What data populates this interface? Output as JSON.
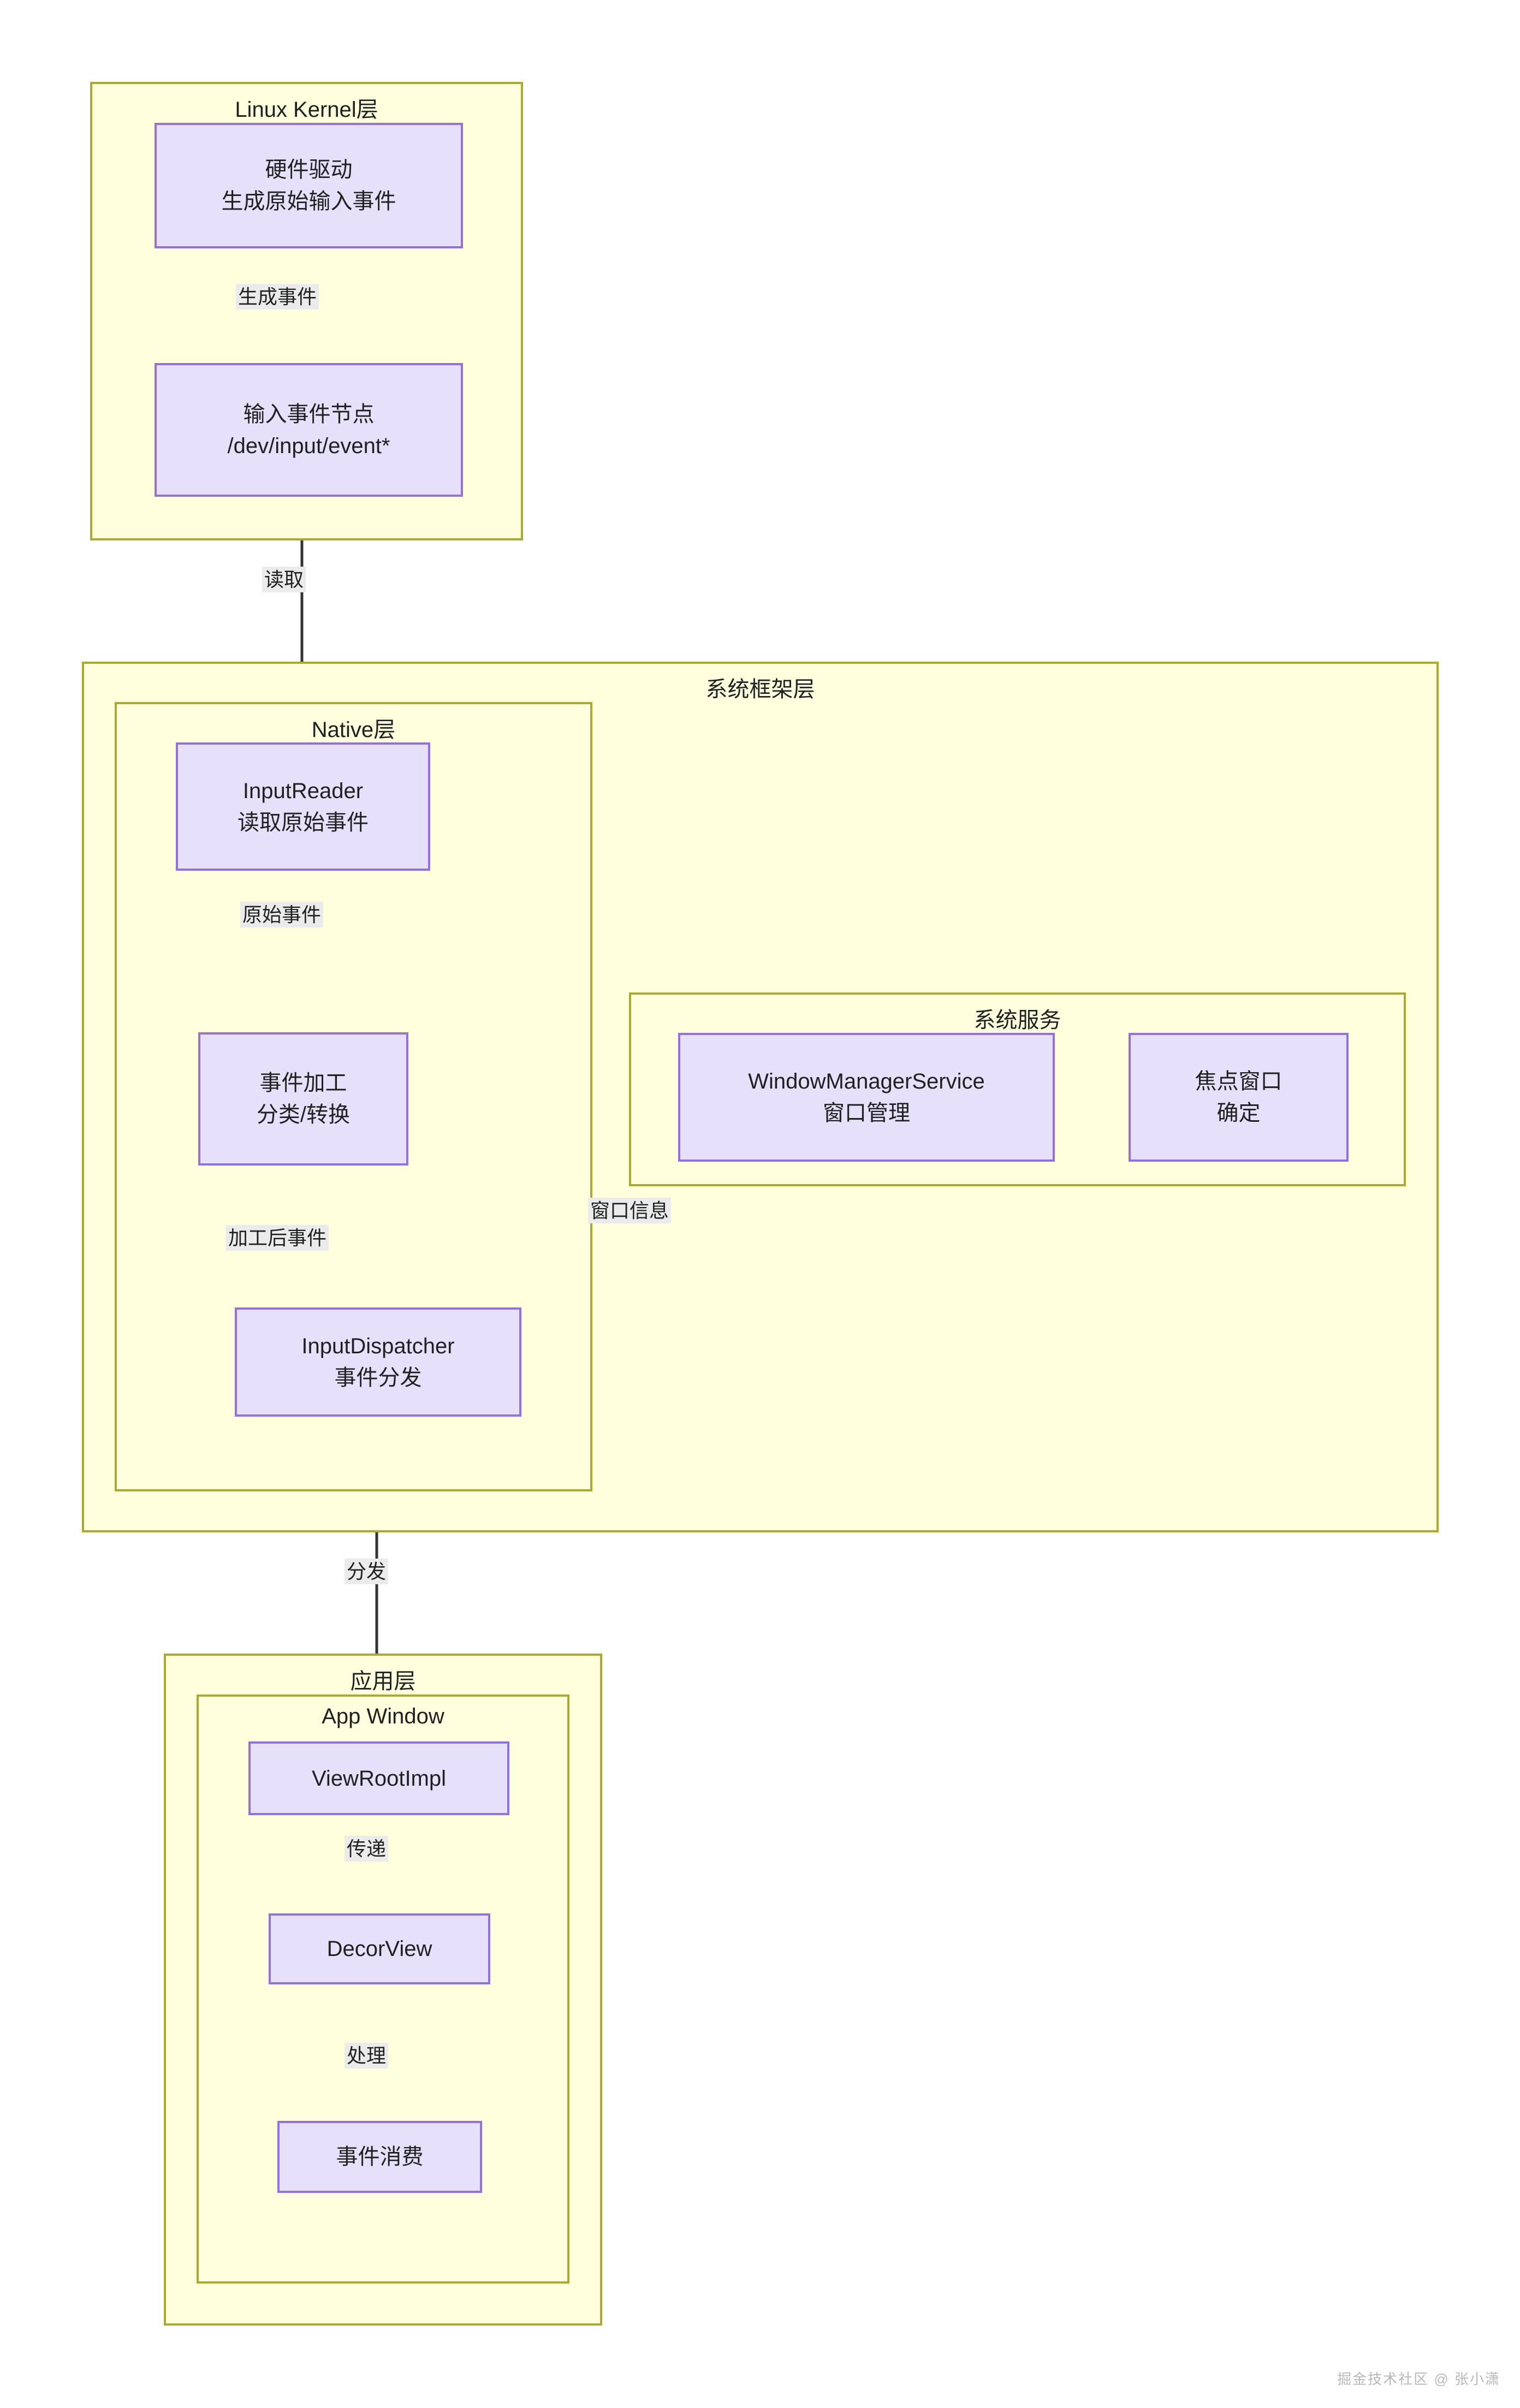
{
  "diagram": {
    "title_watermark": "掘金技术社区 @ 张小潇",
    "groups": {
      "kernel": {
        "label": "Linux Kernel层"
      },
      "framework": {
        "label": "系统框架层"
      },
      "native": {
        "label": "Native层"
      },
      "sysservice": {
        "label": "系统服务"
      },
      "applayer": {
        "label": "应用层"
      },
      "appwindow": {
        "label": "App Window"
      }
    },
    "nodes": {
      "hw_driver": {
        "line1": "硬件驱动",
        "line2": "生成原始输入事件"
      },
      "event_node": {
        "line1": "输入事件节点",
        "line2": "/dev/input/event*"
      },
      "input_reader": {
        "line1": "InputReader",
        "line2": "读取原始事件"
      },
      "event_process": {
        "line1": "事件加工",
        "line2": "分类/转换"
      },
      "input_dispatcher": {
        "line1": "InputDispatcher",
        "line2": "事件分发"
      },
      "wms": {
        "line1": "WindowManagerService",
        "line2": "窗口管理"
      },
      "focus_window": {
        "line1": "焦点窗口",
        "line2": "确定"
      },
      "view_root_impl": {
        "line1": "ViewRootImpl",
        "line2": ""
      },
      "decor_view": {
        "line1": "DecorView",
        "line2": ""
      },
      "event_consume": {
        "line1": "事件消费",
        "line2": ""
      }
    },
    "edges": {
      "generate_event": "生成事件",
      "read": "读取",
      "raw_event": "原始事件",
      "processed_event": "加工后事件",
      "window_info": "窗口信息",
      "dispatch": "分发",
      "deliver": "传递",
      "handle": "处理"
    },
    "colors": {
      "group_fill": "#ffffde",
      "group_border": "#aaaa33",
      "node_fill": "#e6e0fa",
      "node_border": "#9370db",
      "edge_line": "#333333",
      "edge_label_bg": "#ebebeb",
      "text": "#1f2020"
    }
  }
}
